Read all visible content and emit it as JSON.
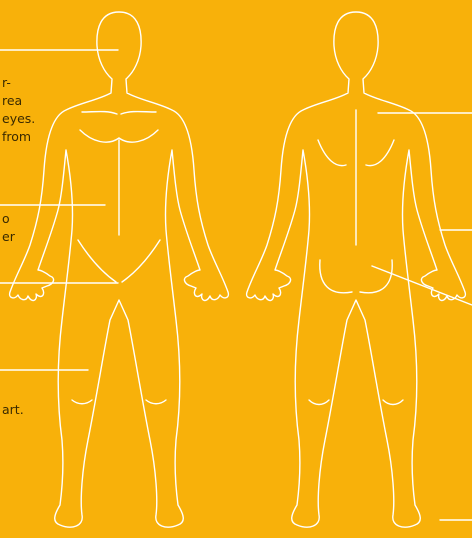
{
  "colors": {
    "background": "#F8B10A",
    "outline": "#FFFFFF",
    "text": "#3A2A00"
  },
  "snippets": {
    "s1": "r-",
    "s2": "rea",
    "s3": "eyes.",
    "s4": "from",
    "s5": "o",
    "s6": "er",
    "s7": "art."
  },
  "figures": [
    {
      "view": "front"
    },
    {
      "view": "back"
    }
  ]
}
